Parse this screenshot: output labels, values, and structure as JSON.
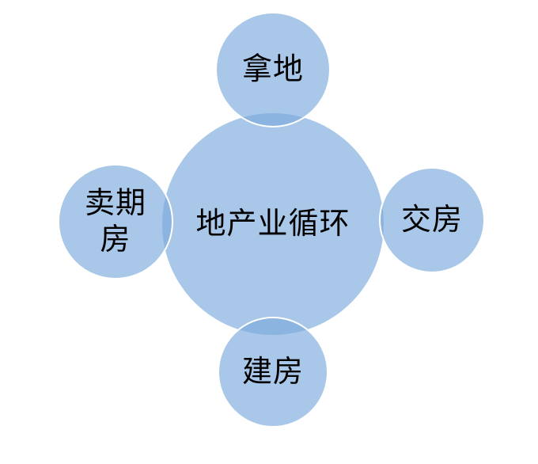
{
  "diagram": {
    "type": "radial-cycle",
    "center": {
      "label": "地产业循环"
    },
    "nodes": [
      {
        "id": "top",
        "label": "拿地"
      },
      {
        "id": "right",
        "label": "交房"
      },
      {
        "id": "bottom",
        "label": "建房"
      },
      {
        "id": "left",
        "label": "卖期房"
      }
    ],
    "colors": {
      "circle_fill": "#a9c7e8",
      "overlap_fill": "#8cb4e0",
      "circle_outline": "#ffffff",
      "text": "#000000",
      "background": "#ffffff"
    }
  }
}
